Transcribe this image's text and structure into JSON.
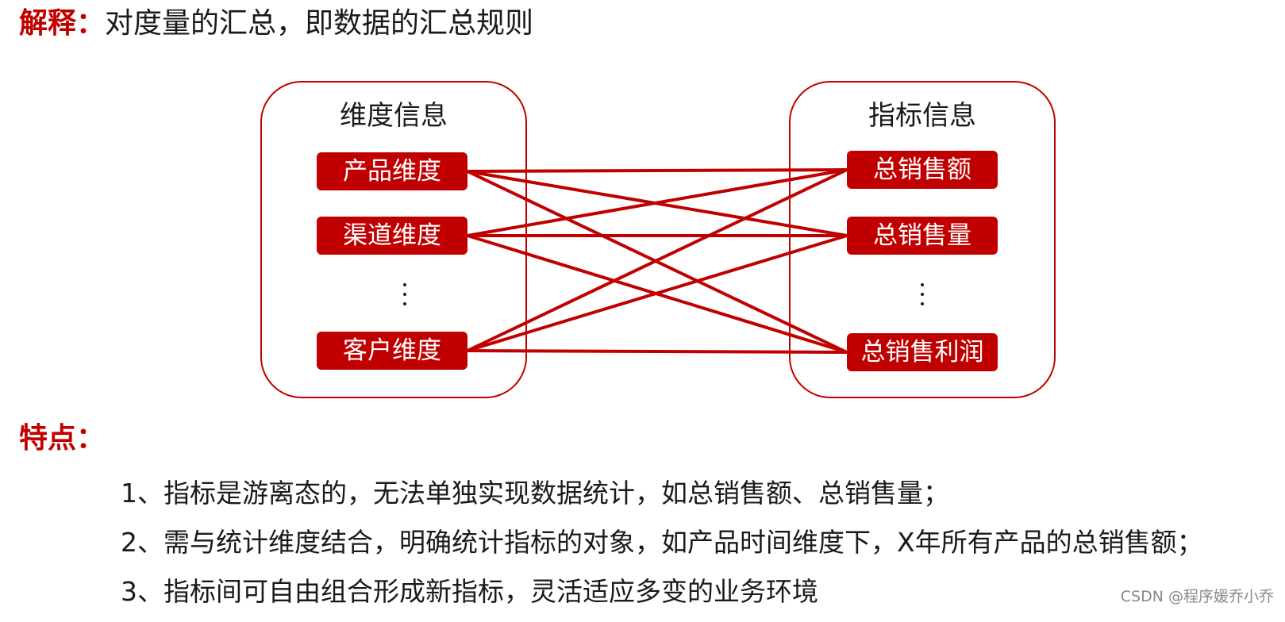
{
  "explanation": {
    "label": "解释：",
    "text": "对度量的汇总，即数据的汇总规则"
  },
  "diagram": {
    "dimension_group": {
      "title": "维度信息",
      "items": [
        "产品维度",
        "渠道维度",
        "⋮",
        "客户维度"
      ]
    },
    "metric_group": {
      "title": "指标信息",
      "items": [
        "总销售额",
        "总销售量",
        "⋮",
        "总销售利润"
      ]
    },
    "connections": [
      [
        "产品维度",
        "总销售额"
      ],
      [
        "产品维度",
        "总销售量"
      ],
      [
        "产品维度",
        "总销售利润"
      ],
      [
        "渠道维度",
        "总销售额"
      ],
      [
        "渠道维度",
        "总销售量"
      ],
      [
        "渠道维度",
        "总销售利润"
      ],
      [
        "客户维度",
        "总销售额"
      ],
      [
        "客户维度",
        "总销售量"
      ],
      [
        "客户维度",
        "总销售利润"
      ]
    ],
    "accent_color": "#c00000"
  },
  "features": {
    "label": "特点：",
    "items": [
      "1、指标是游离态的，无法单独实现数据统计，如总销售额、总销售量；",
      "2、需与统计维度结合，明确统计指标的对象，如产品时间维度下，X年所有产品的总销售额；",
      "3、指标间可自由组合形成新指标，灵活适应多变的业务环境"
    ]
  },
  "watermark": "CSDN @程序媛乔小乔"
}
